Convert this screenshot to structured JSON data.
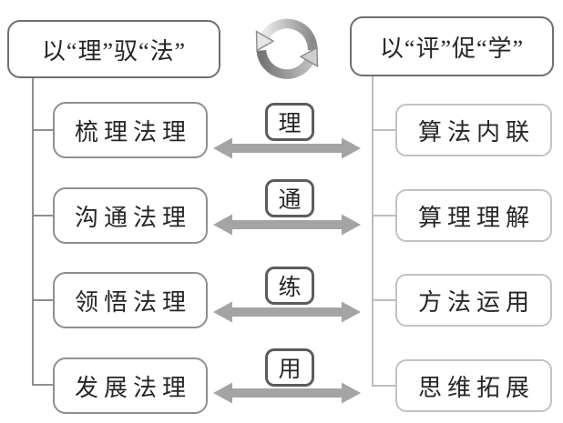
{
  "diagram": {
    "left": {
      "header": "以“理”驭“法”",
      "items": [
        "梳理法理",
        "沟通法理",
        "领悟法理",
        "发展法理"
      ]
    },
    "right": {
      "header": "以“评”促“学”",
      "items": [
        "算法内联",
        "算理理解",
        "方法运用",
        "思维拓展"
      ]
    },
    "links": [
      "理",
      "通",
      "练",
      "用"
    ],
    "icons": {
      "cycle": "cycle-arrows-icon",
      "link_arrows": "double-headed-arrow-icon"
    }
  },
  "colors": {
    "background": "#ffffff",
    "text": "#262626",
    "header_border": "#6f6f6f",
    "left_item_border": "#8f8f8f",
    "right_item_border": "#c2c2c2",
    "link_box_border": "#5c5c5c",
    "double_arrow": "#a4a4a4",
    "connector_left": "#8f8f8f",
    "connector_right": "#bcbcbc",
    "cycle_top_gradient": [
      "#e9e9e9",
      "#8a8a8a"
    ],
    "cycle_bottom_gradient": [
      "#757575",
      "#bcbcbc"
    ]
  }
}
